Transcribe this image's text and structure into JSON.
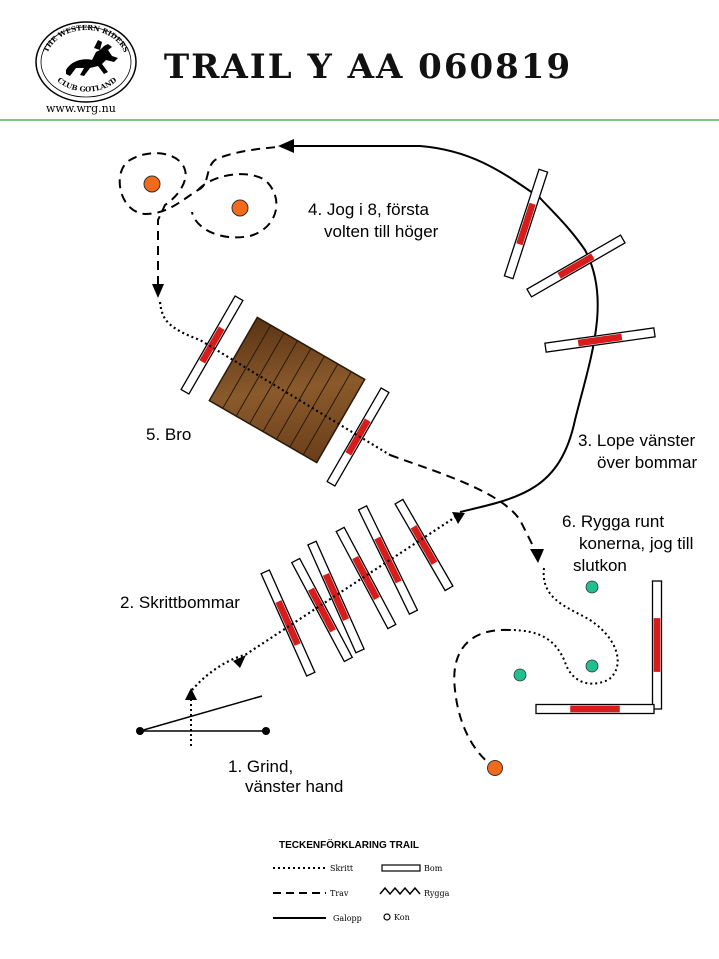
{
  "header": {
    "title": "TRAIL Y AA 060819",
    "website": "www.wrg.nu",
    "logo_top_text": "THE WESTERN RIDERS",
    "logo_bottom_text": "CLUB GOTLAND",
    "divider_color": "#3aa13a"
  },
  "obstacles": {
    "gate_label": [
      "1. Grind,",
      "vänster hand"
    ],
    "walkover_label": "2. Skrittbommar",
    "lope_label": [
      "3. Lope vänster",
      "över bommar"
    ],
    "jog8_label": [
      "4. Jog i 8, första",
      "volten till höger"
    ],
    "bridge_label": "5. Bro",
    "backup_label": [
      "6. Rygga runt",
      "konerna, jog till",
      "slutkon"
    ]
  },
  "legend": {
    "title": "TECKENFÖRKLARING TRAIL",
    "walk": "Skritt",
    "trot": "Trav",
    "lope": "Galopp",
    "pole": "Bom",
    "backup": "Rygga",
    "cone": "Kon"
  },
  "colors": {
    "cone_orange": "#f26b1d",
    "cone_teal": "#1fbf8f",
    "pole_red": "#d81b1b",
    "bridge_brown": "#7b4a22"
  }
}
